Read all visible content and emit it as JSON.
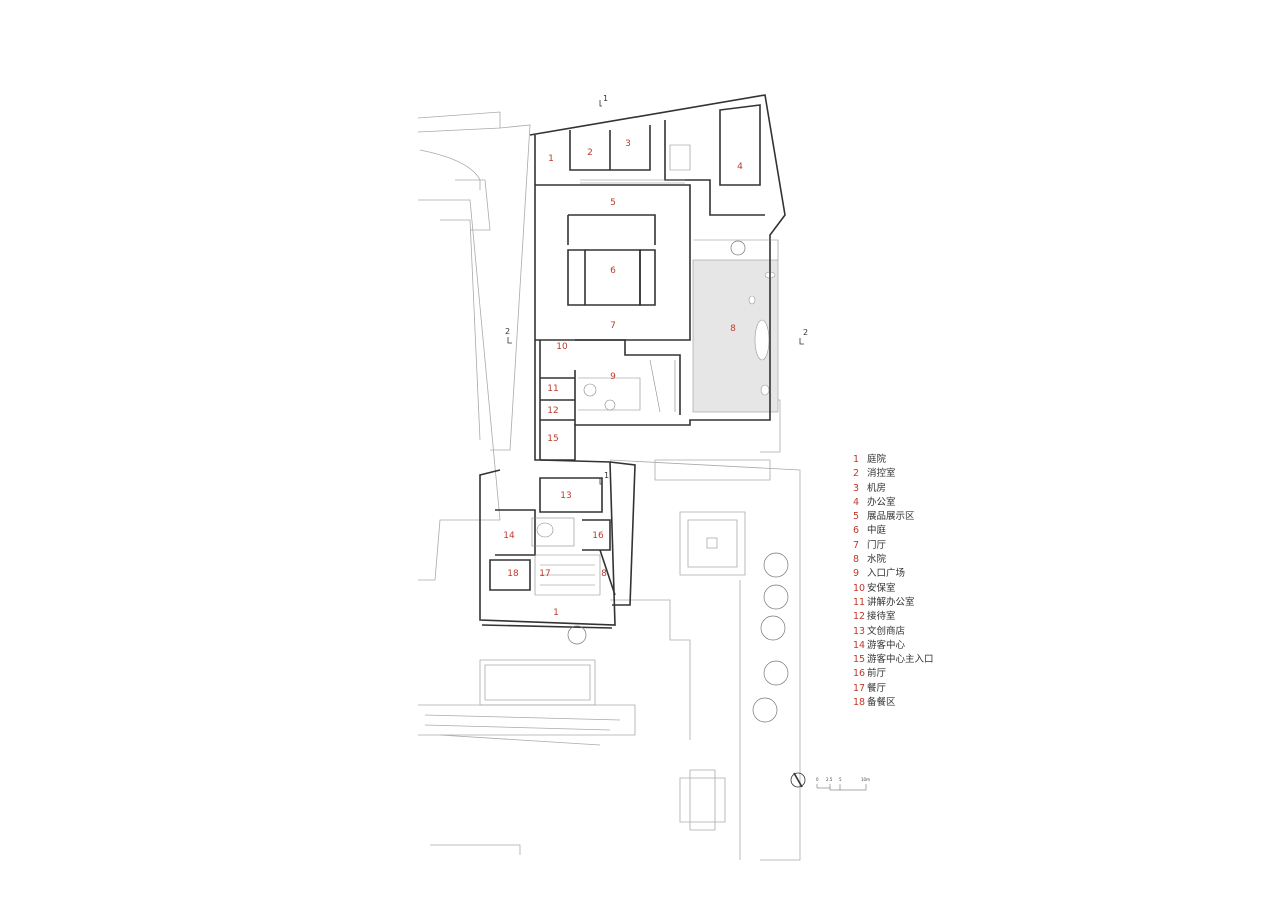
{
  "plan_labels": [
    "1",
    "2",
    "3",
    "4",
    "5",
    "6",
    "7",
    "8",
    "9",
    "10",
    "11",
    "12",
    "15",
    "13",
    "14",
    "16",
    "17",
    "18",
    "8",
    "1"
  ],
  "section_marks": [
    "1",
    "1",
    "2",
    "2"
  ],
  "legend": [
    {
      "num": "1",
      "name": "庭院"
    },
    {
      "num": "2",
      "name": "消控室"
    },
    {
      "num": "3",
      "name": "机房"
    },
    {
      "num": "4",
      "name": "办公室"
    },
    {
      "num": "5",
      "name": "展品展示区"
    },
    {
      "num": "6",
      "name": "中庭"
    },
    {
      "num": "7",
      "name": "门厅"
    },
    {
      "num": "8",
      "name": "水院"
    },
    {
      "num": "9",
      "name": "入口广场"
    },
    {
      "num": "10",
      "name": "安保室"
    },
    {
      "num": "11",
      "name": "讲解办公室"
    },
    {
      "num": "12",
      "name": "接待室"
    },
    {
      "num": "13",
      "name": "文创商店"
    },
    {
      "num": "14",
      "name": "游客中心"
    },
    {
      "num": "15",
      "name": "游客中心主入口"
    },
    {
      "num": "16",
      "name": "前厅"
    },
    {
      "num": "17",
      "name": "餐厅"
    },
    {
      "num": "18",
      "name": "备餐区"
    }
  ],
  "scale_bar": {
    "ticks": [
      "0",
      "2.5",
      "5",
      "10m"
    ]
  },
  "icons": {
    "north": "north-arrow-icon",
    "tree": "tree-icon"
  },
  "colors": {
    "label": "#c0392b",
    "wall": "#333333",
    "line": "#999999",
    "water": "#e6e6e6"
  }
}
